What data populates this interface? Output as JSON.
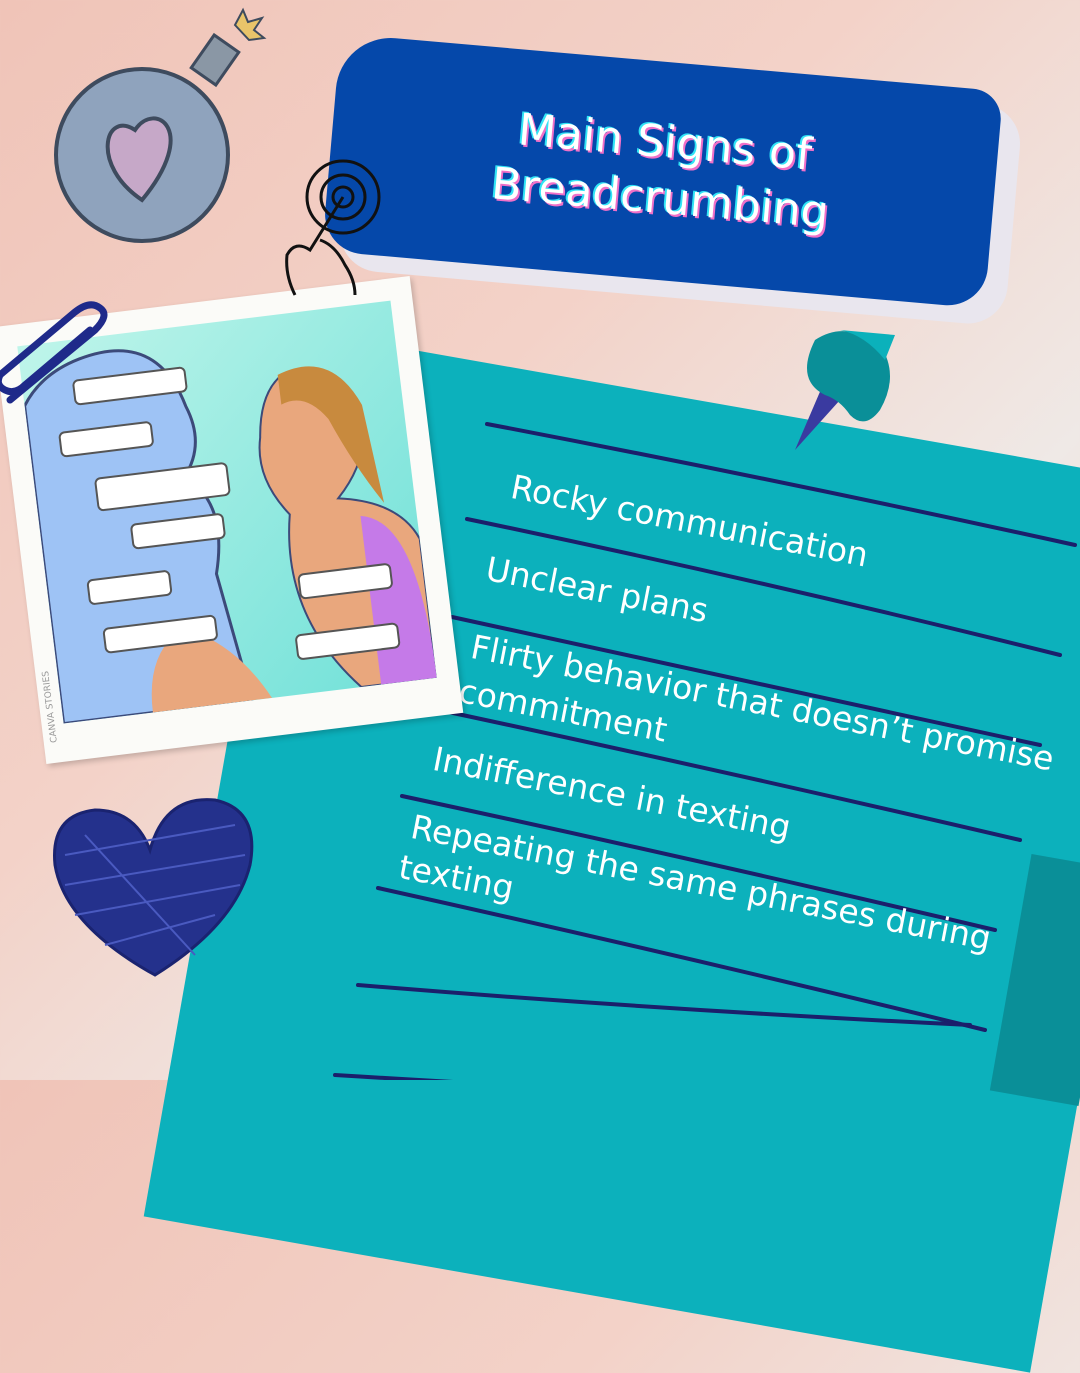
{
  "title": "Main Signs of Breadcrumbing",
  "items": [
    "Rocky communication",
    "Unclear plans",
    "Flirty behavior that doesn’t promise",
    "commitment",
    "Indifference in texting",
    "Repeating the same phrases during",
    "texting"
  ],
  "photo_watermark": "CANVA STORIES",
  "colors": {
    "banner": "#0548aa",
    "paper": "#0cb1bc",
    "lines": "#1b1f6b",
    "background": "#f0c4b8"
  },
  "icons": [
    "bomb-icon",
    "paperclip-icon",
    "pointing-hand-icon",
    "pushpin-icon",
    "scribble-heart-icon"
  ]
}
